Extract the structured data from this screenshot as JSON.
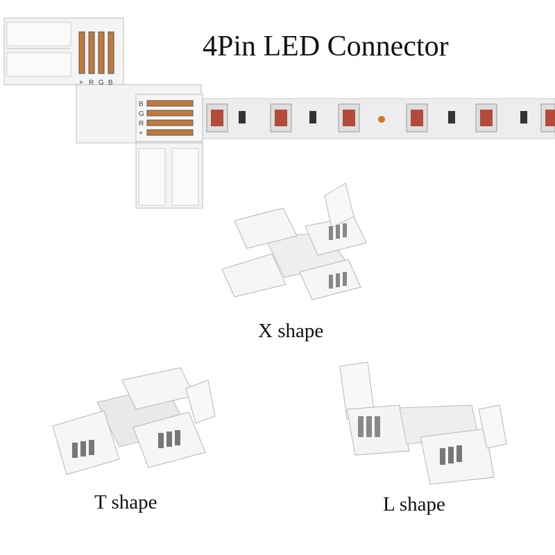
{
  "title": "4Pin LED Connector",
  "captions": {
    "x_shape": "X shape",
    "t_shape": "T shape",
    "l_shape": "L shape"
  },
  "pin_labels": {
    "top_connector": [
      "+",
      "R",
      "G",
      "B"
    ],
    "side_connector": [
      "B",
      "G",
      "R",
      "+"
    ]
  },
  "colors": {
    "plastic": "#f3f3f3",
    "pcb_strip": "#ececec",
    "copper": "#c07a3c",
    "led_red": "#b34a3a",
    "led_frame": "#d9d9d9"
  }
}
